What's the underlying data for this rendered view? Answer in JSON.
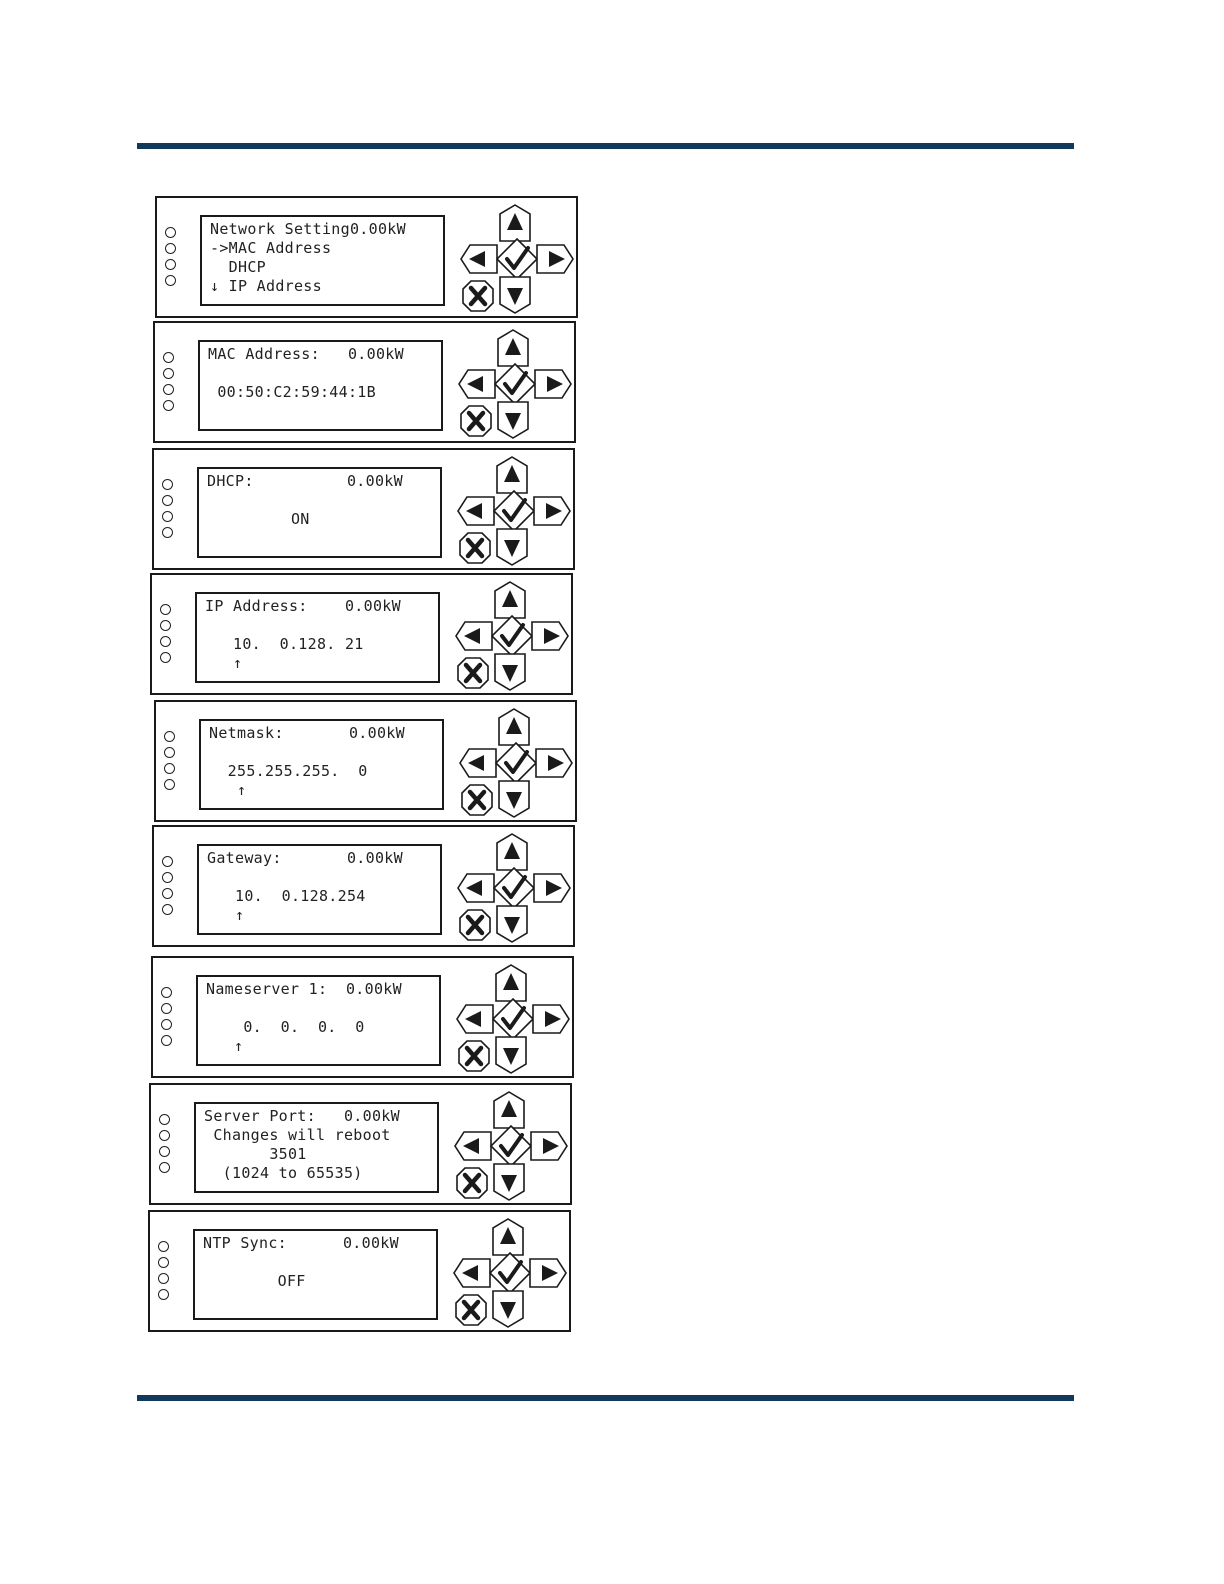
{
  "colors": {
    "rule": "#12385a",
    "outline": "#1a1a1a"
  },
  "icons": {
    "up": "arrow-up-icon",
    "down": "arrow-down-icon",
    "left": "arrow-left-icon",
    "right": "arrow-right-icon",
    "ok": "checkmark-icon",
    "cancel": "x-icon"
  },
  "screens": [
    {
      "lines": [
        "Network Setting0.00kW",
        "->MAC Address",
        "  DHCP",
        "↓ IP Address"
      ]
    },
    {
      "lines": [
        "MAC Address:   0.00kW",
        "",
        " 00:50:C2:59:44:1B",
        ""
      ]
    },
    {
      "lines": [
        "DHCP:          0.00kW",
        "",
        "         ON",
        ""
      ]
    },
    {
      "lines": [
        "IP Address:    0.00kW",
        "",
        "   10.  0.128. 21",
        "   ↑"
      ]
    },
    {
      "lines": [
        "Netmask:       0.00kW",
        "",
        "  255.255.255.  0",
        "   ↑"
      ]
    },
    {
      "lines": [
        "Gateway:       0.00kW",
        "",
        "   10.  0.128.254",
        "   ↑"
      ]
    },
    {
      "lines": [
        "Nameserver 1:  0.00kW",
        "",
        "    0.  0.  0.  0",
        "   ↑"
      ]
    },
    {
      "lines": [
        "Server Port:   0.00kW",
        " Changes will reboot",
        "       3501",
        "  (1024 to 65535)"
      ]
    },
    {
      "lines": [
        "NTP Sync:      0.00kW",
        "",
        "        OFF",
        ""
      ]
    }
  ]
}
